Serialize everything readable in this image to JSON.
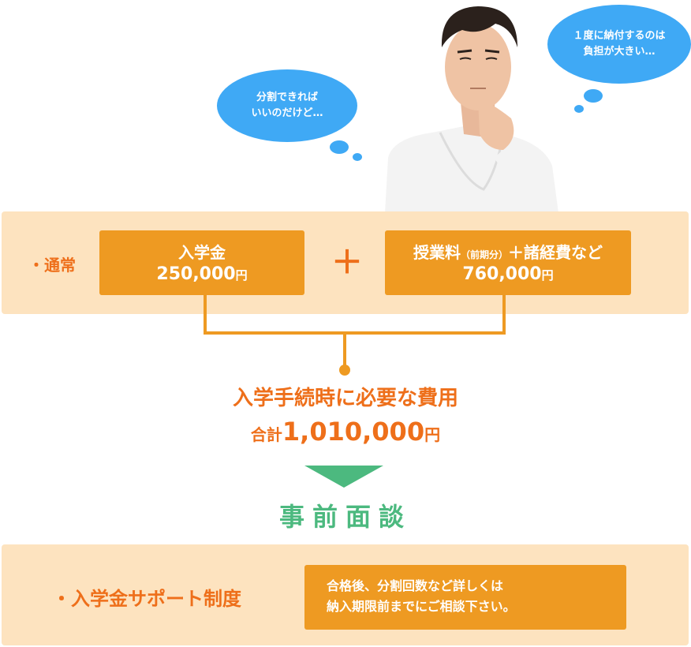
{
  "bubbles": {
    "left": {
      "line1": "分割できれば",
      "line2": "いいのだけど…"
    },
    "right": {
      "line1": "１度に納付するのは",
      "line2": "負担が大きい…"
    }
  },
  "normal": {
    "label": "・通常",
    "box1": {
      "title": "入学金",
      "amount": "250,000",
      "unit": "円"
    },
    "plus": "＋",
    "box2": {
      "title_main": "授業料",
      "title_small": "（前期分）",
      "title_rest": "＋諸経費など",
      "amount": "760,000",
      "unit": "円"
    }
  },
  "total": {
    "heading": "入学手続時に必要な費用",
    "prefix": "合計",
    "amount": "1,010,000",
    "unit": "円"
  },
  "consult": "事前面談",
  "support": {
    "label": "・入学金サポート制度",
    "line1": "合格後、分割回数など詳しくは",
    "line2": "納入期限前までにご相談下さい。"
  },
  "colors": {
    "orange": "#ee6f1a",
    "box": "#ee9a22",
    "panel": "#fde3bf",
    "green": "#4cb97f",
    "bubble": "#3fa9f5"
  }
}
